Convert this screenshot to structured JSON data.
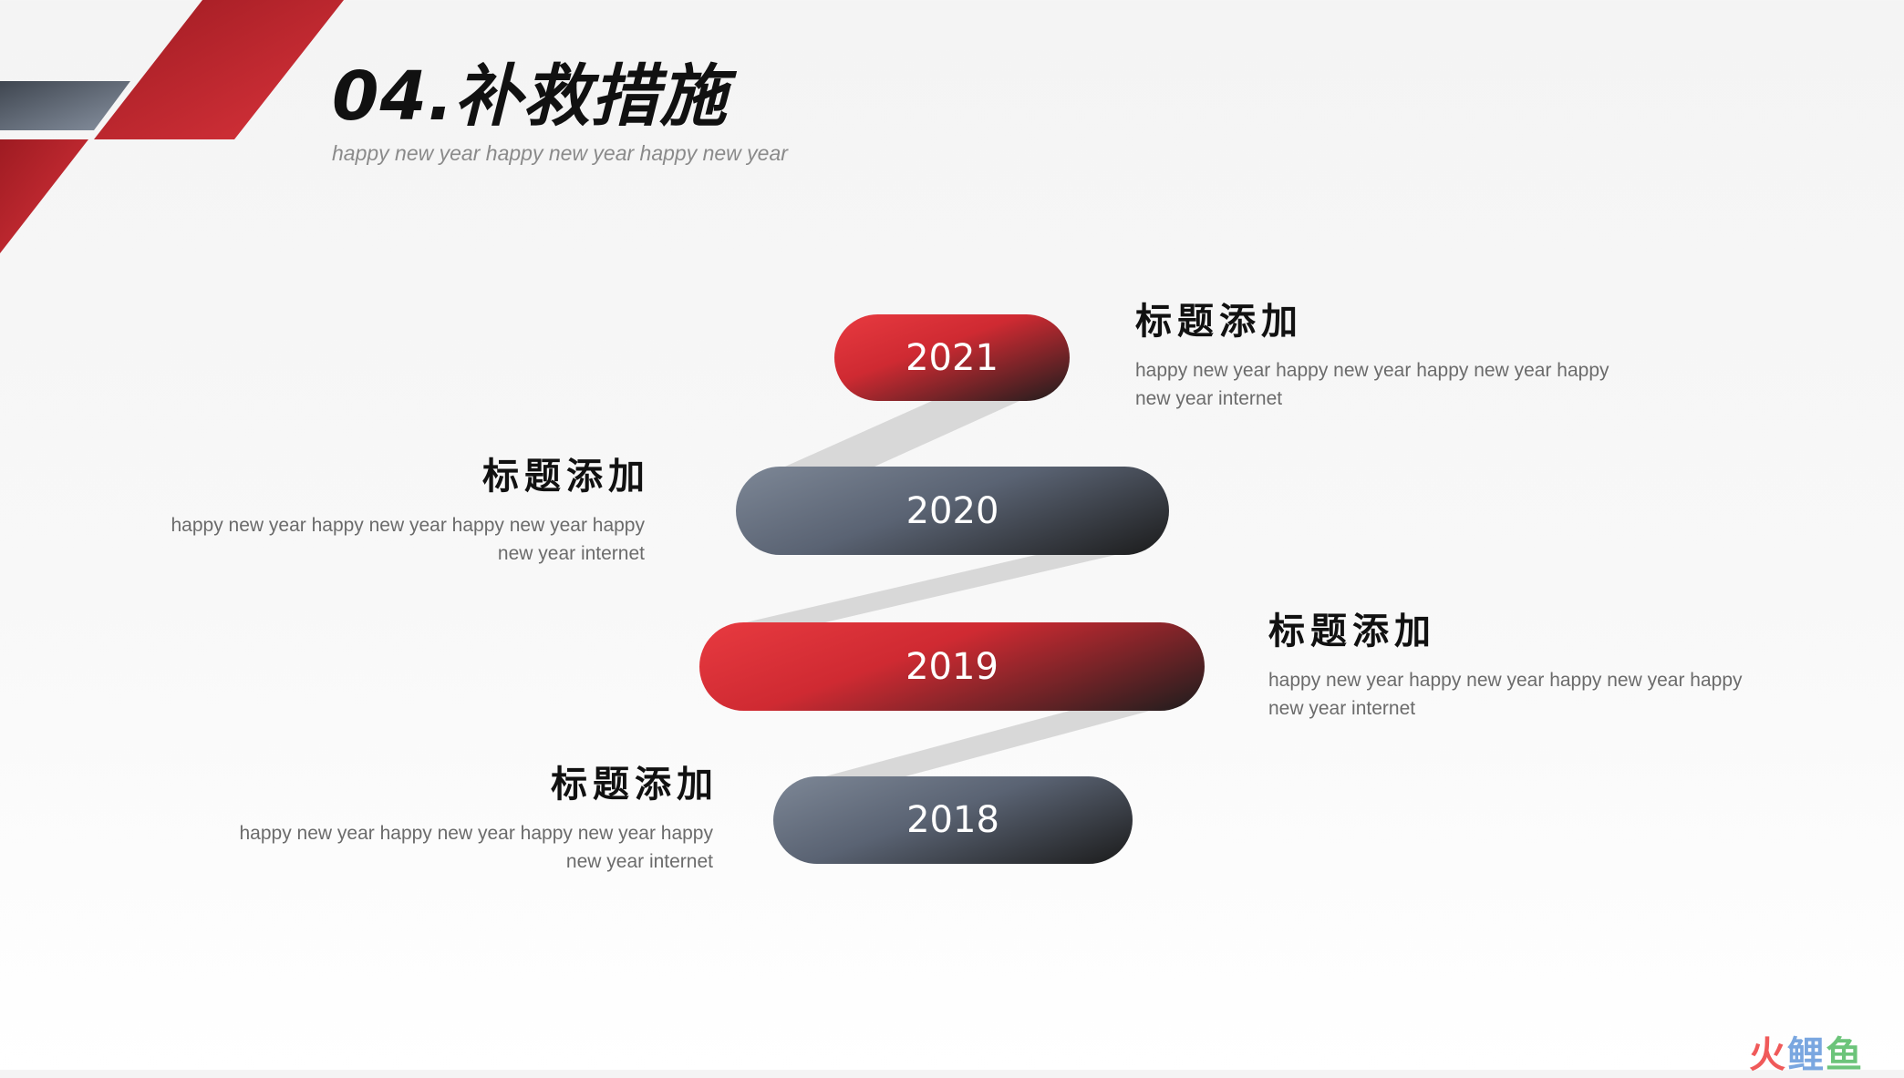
{
  "slide": {
    "title": "04.补救措施",
    "subtitle": "happy new year happy new year happy new year"
  },
  "colors": {
    "accent_red": "#d42d35",
    "slate_gray": "#5f6878",
    "title_black": "#111111",
    "body_gray": "#6b6b6b"
  },
  "timeline": [
    {
      "year": "2021",
      "style": "red",
      "side": "right",
      "title": "标题添加",
      "description": "happy new year happy new year happy new year happy\nnew year  internet"
    },
    {
      "year": "2020",
      "style": "gray",
      "side": "left",
      "title": "标题添加",
      "description": "happy new year happy new year happy new year happy\nnew year  internet"
    },
    {
      "year": "2019",
      "style": "red",
      "side": "right",
      "title": "标题添加",
      "description": "happy new year happy new year happy new year happy\nnew year  internet"
    },
    {
      "year": "2018",
      "style": "gray",
      "side": "left",
      "title": "标题添加",
      "description": "happy new year happy new year happy new year happy\nnew year  internet"
    }
  ],
  "watermark": {
    "part1": "火",
    "part2": "鲤",
    "part3": "鱼"
  }
}
